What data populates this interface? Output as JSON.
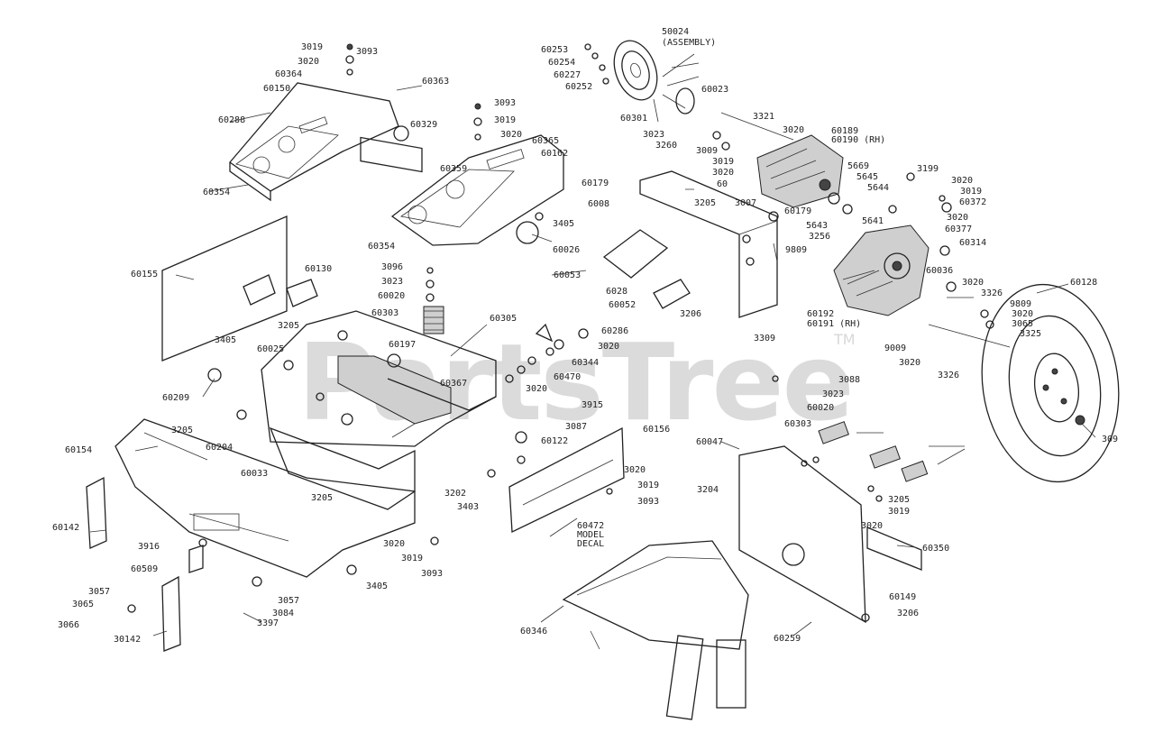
{
  "watermark": {
    "brand": "PartsTree",
    "trademark": "TM"
  },
  "callouts": {
    "c3019a": "3019",
    "c3093a": "3093",
    "c3020a": "3020",
    "c60363": "60363",
    "c60364": "60364",
    "c60150": "60150",
    "c60288": "60288",
    "c60329": "60329",
    "c60354a": "60354",
    "c3093b": "3093",
    "c3019b": "3019",
    "c3020b": "3020",
    "c60365": "60365",
    "c60359": "60359",
    "c60162": "60162",
    "c60354b": "60354",
    "c3405a": "3405",
    "c60026": "60026",
    "c60253": "60253",
    "c60254": "60254",
    "c60227": "60227",
    "c60252": "60252",
    "c50024": "50024",
    "c50024sub": "(ASSEMBLY)",
    "c60023": "60023",
    "c60301": "60301",
    "c3023a": "3023",
    "c3260": "3260",
    "c3321": "3321",
    "c3020c": "3020",
    "c60189": "60189",
    "c60190": "60190 (RH)",
    "c3009a": "3009",
    "c3019c": "3019",
    "c3020d": "3020",
    "c60x": "60",
    "c5669": "5669",
    "c5645": "5645",
    "c5644": "5644",
    "c3199": "3199",
    "c3020e": "3020",
    "c3019d": "3019",
    "c60372": "60372",
    "c60179a": "60179",
    "c6008": "6008",
    "c3205a": "3205",
    "c3007": "3007",
    "c60179b": "60179",
    "c5643": "5643",
    "c3256": "3256",
    "c5641": "5641",
    "c3020f": "3020",
    "c60377": "60377",
    "c60314": "60314",
    "c60155": "60155",
    "c60130": "60130",
    "c3096": "3096",
    "c3023b": "3023",
    "c60020": "60020",
    "c60303a": "60303",
    "c60305": "60305",
    "c60053": "60053",
    "c6028": "6028",
    "c60052": "60052",
    "c3206a": "3206",
    "c9809a": "9809",
    "c60036": "60036",
    "c3020g": "3020",
    "c3326a": "3326",
    "c60128": "60128",
    "c3205b": "3205",
    "c3405b": "3405",
    "c60025": "60025",
    "c60197": "60197",
    "c60286": "60286",
    "c3020h": "3020",
    "c60344": "60344",
    "c60470": "60470",
    "c60192": "60192",
    "c60191": "60191 (RH)",
    "c3309": "3309",
    "c9809b": "9809",
    "c3020i": "3020",
    "c3065a": "3065",
    "c3325": "3325",
    "c9009": "9009",
    "c3020j": "3020",
    "c3326b": "3326",
    "c60209": "60209",
    "c60367": "60367",
    "c3020k": "3020",
    "c3088": "3088",
    "c3023c": "3023",
    "c60020b": "60020",
    "c60303b": "60303",
    "c3205c": "3205",
    "c60154": "60154",
    "c60204": "60204",
    "c3915": "3915",
    "c3087": "3087",
    "c60156": "60156",
    "c60122": "60122",
    "c60047": "60047",
    "c309": "309",
    "c60033": "60033",
    "c3020l": "3020",
    "c3019e": "3019",
    "c3093c": "3093",
    "c3205d": "3205",
    "c3202": "3202",
    "c3403": "3403",
    "c3204": "3204",
    "c3205e": "3205",
    "c3019f": "3019",
    "c3020m": "3020",
    "c60142": "60142",
    "c3916": "3916",
    "c60472": "60472",
    "c60472b": "MODEL",
    "c60472c": "DECAL",
    "c60509": "60509",
    "c3020n": "3020",
    "c3019g": "3019",
    "c3093d": "3093",
    "c60350": "60350",
    "c3057a": "3057",
    "c3065b": "3065",
    "c3066": "3066",
    "c3057b": "3057",
    "c3084": "3084",
    "c3405c": "3405",
    "c60149": "60149",
    "c3206b": "3206",
    "c3397": "3397",
    "c60346": "60346",
    "c60259": "60259",
    "c30142": "30142"
  }
}
